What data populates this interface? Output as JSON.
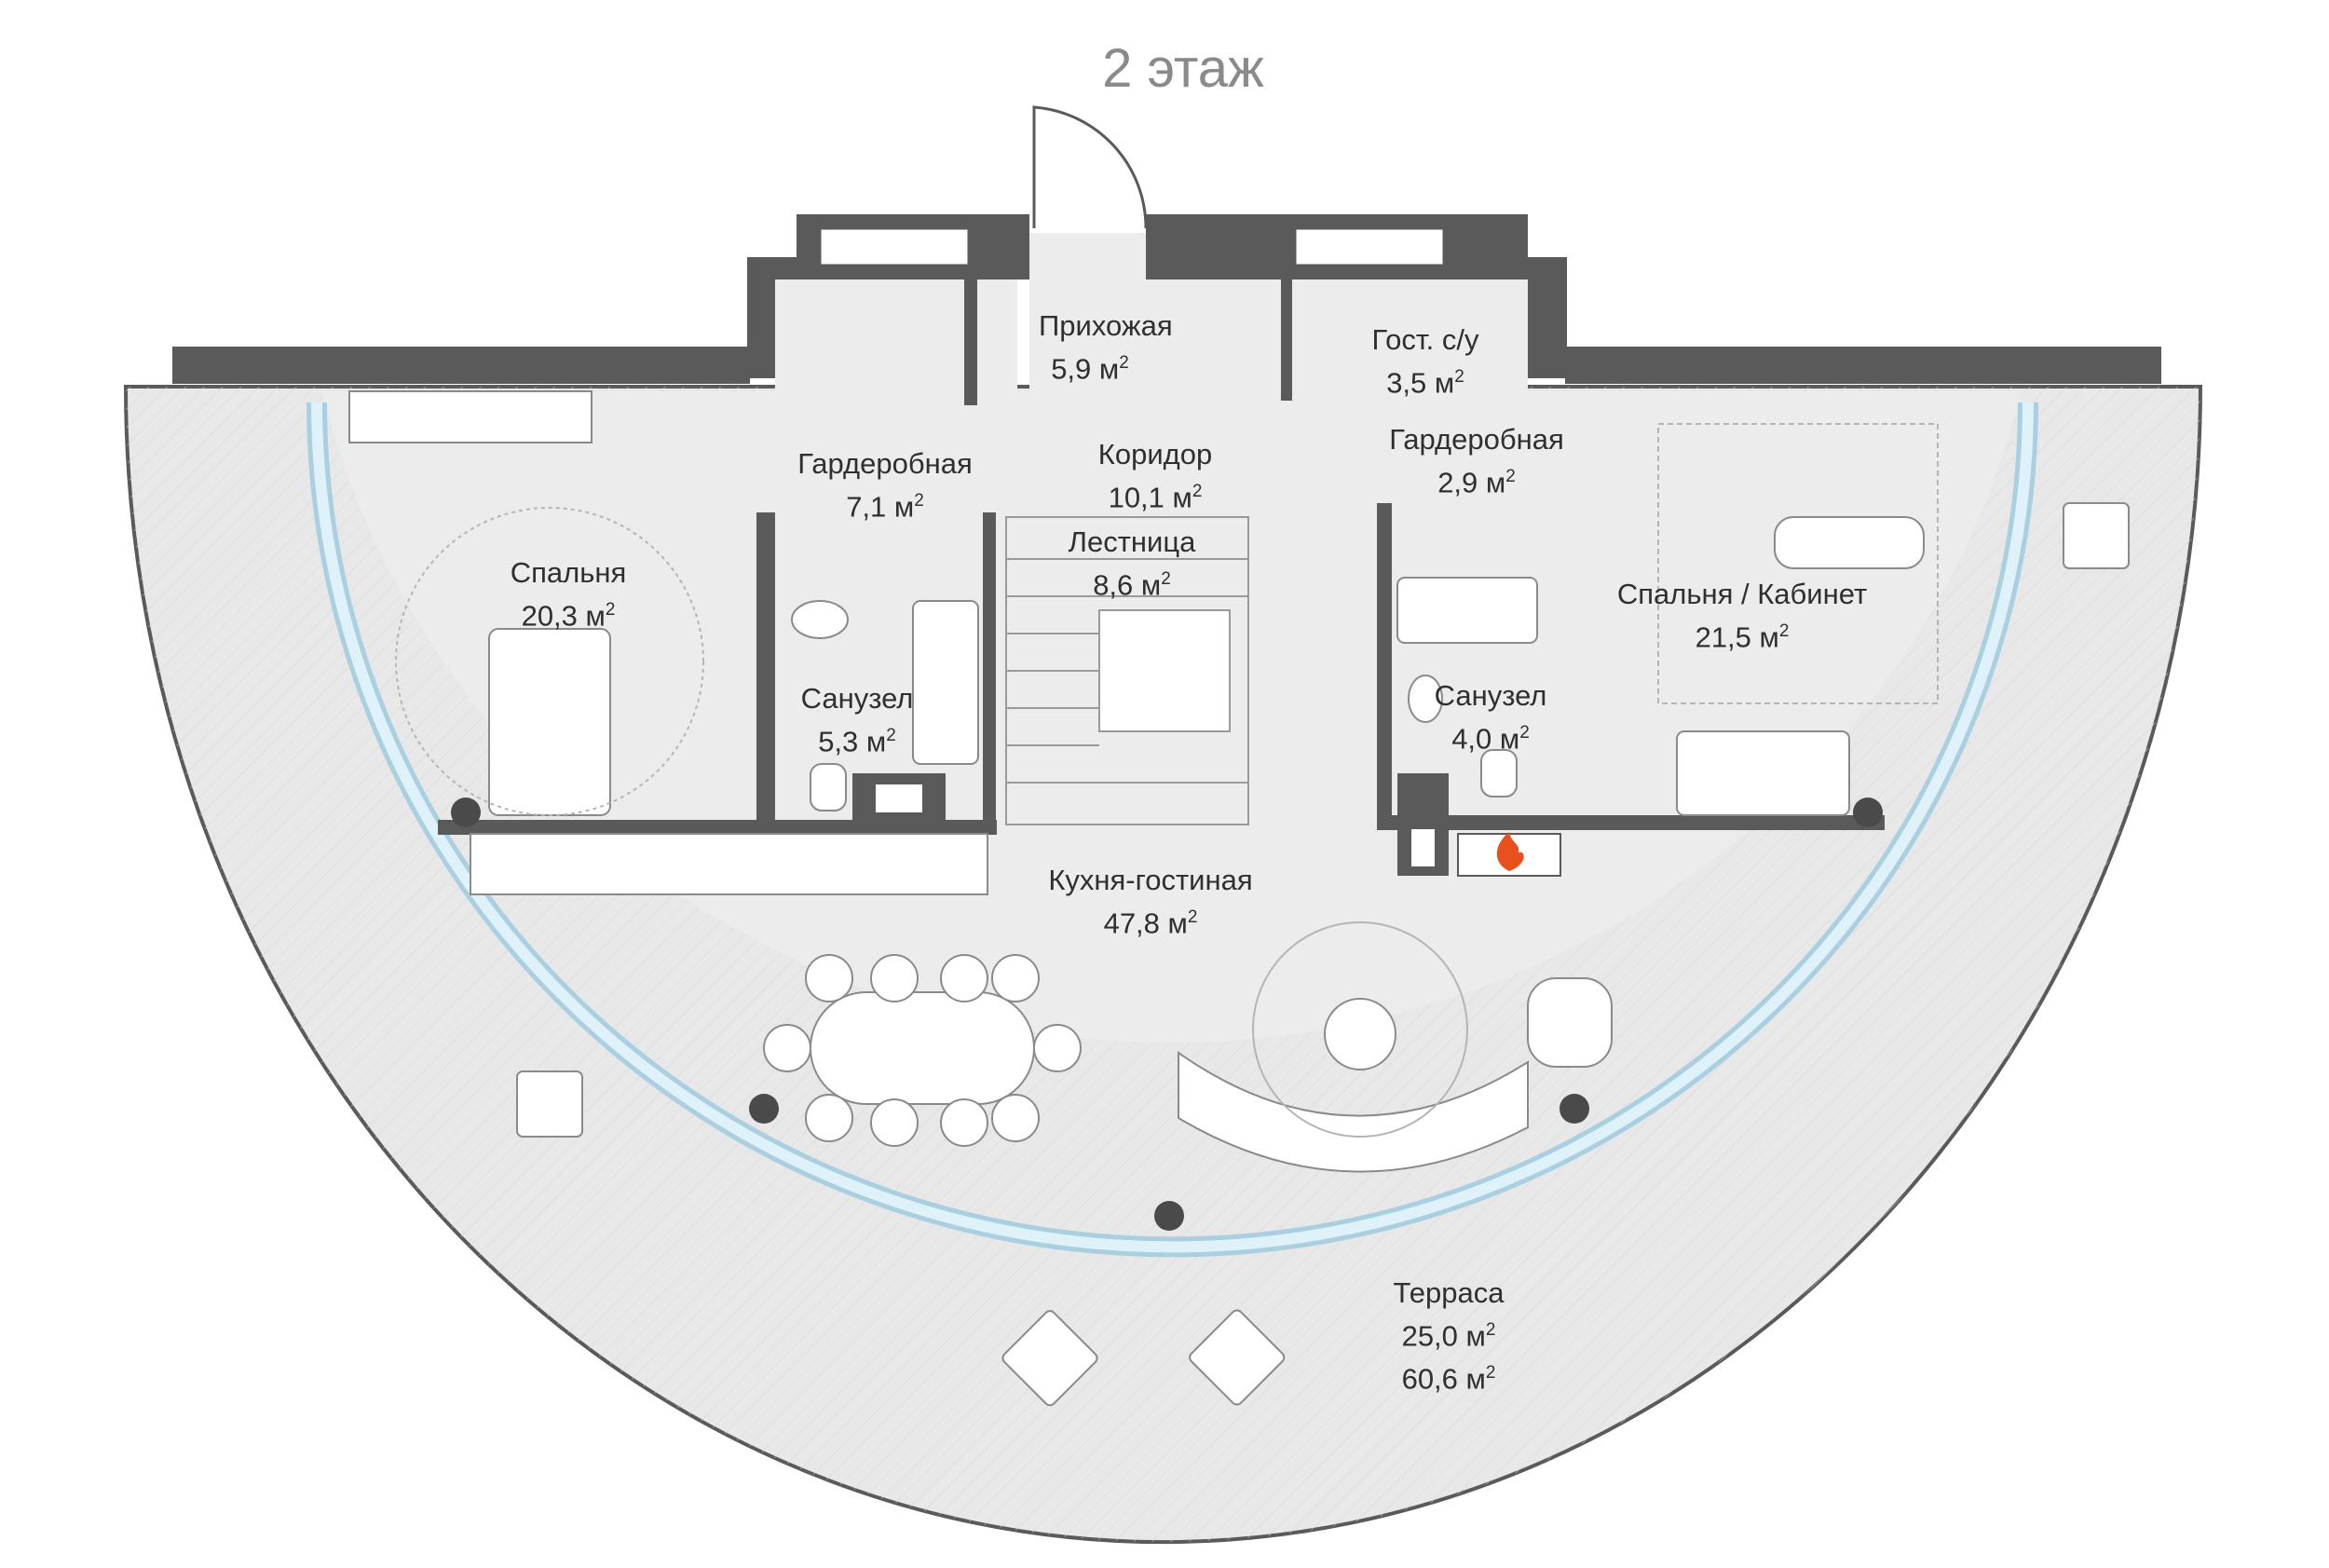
{
  "floor_title": "2 этаж",
  "rooms": [
    {
      "id": "hall",
      "name": "Прихожая",
      "area": "5,9 м"
    },
    {
      "id": "guest-wc",
      "name": "Гост. с/у",
      "area": "3,5 м"
    },
    {
      "id": "wardrobe-left",
      "name": "Гардеробная",
      "area": "7,1 м"
    },
    {
      "id": "corridor",
      "name": "Коридор",
      "area": "10,1 м"
    },
    {
      "id": "wardrobe-right",
      "name": "Гардеробная",
      "area": "2,9 м"
    },
    {
      "id": "stairs",
      "name": "Лестница",
      "area": "8,6 м"
    },
    {
      "id": "bedroom",
      "name": "Спальня",
      "area": "20,3 м"
    },
    {
      "id": "bedroom-office",
      "name": "Спальня / Кабинет",
      "area": "21,5 м"
    },
    {
      "id": "bath-left",
      "name": "Санузел",
      "area": "5,3 м"
    },
    {
      "id": "bath-right",
      "name": "Санузел",
      "area": "4,0 м"
    },
    {
      "id": "kitchen-living",
      "name": "Кухня-гостиная",
      "area": "47,8 м"
    },
    {
      "id": "terrace",
      "name": "Терраса",
      "area": "25,0 м",
      "area2": "60,6 м"
    }
  ],
  "area_unit_superscript": "2",
  "colors": {
    "wall": "#5a5a5a",
    "floor": "#ebebeb",
    "glass": "#bfe3f2",
    "furniture": "#ffffff",
    "column": "#4a4a4a",
    "fire": "#e8501e"
  }
}
